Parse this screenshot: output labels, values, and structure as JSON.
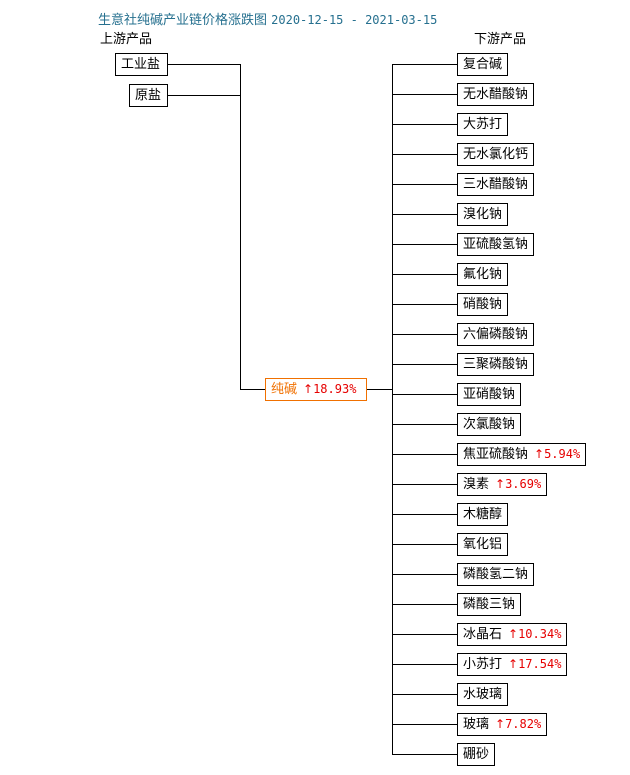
{
  "chart_data": {
    "type": "diagram",
    "title": "生意社纯碱产业链价格涨跌图",
    "date_range": "2020-12-15 - 2021-03-15",
    "columns": {
      "upstream_header": "上游产品",
      "downstream_header": "下游产品"
    },
    "colors": {
      "title": "#26708f",
      "center_node": "#f07000",
      "change_up": "#e60000",
      "node_border": "#000000",
      "node_text": "#000000",
      "background": "#ffffff"
    },
    "upstream": [
      {
        "label": "工业盐",
        "change": "",
        "arrow": ""
      },
      {
        "label": "原盐",
        "change": "",
        "arrow": ""
      }
    ],
    "center": {
      "label": "纯碱",
      "arrow": "↑",
      "change": "18.93%"
    },
    "downstream": [
      {
        "label": "复合碱",
        "arrow": "",
        "change": ""
      },
      {
        "label": "无水醋酸钠",
        "arrow": "",
        "change": ""
      },
      {
        "label": "大苏打",
        "arrow": "",
        "change": ""
      },
      {
        "label": "无水氯化钙",
        "arrow": "",
        "change": ""
      },
      {
        "label": "三水醋酸钠",
        "arrow": "",
        "change": ""
      },
      {
        "label": "溴化钠",
        "arrow": "",
        "change": ""
      },
      {
        "label": "亚硫酸氢钠",
        "arrow": "",
        "change": ""
      },
      {
        "label": "氟化钠",
        "arrow": "",
        "change": ""
      },
      {
        "label": "硝酸钠",
        "arrow": "",
        "change": ""
      },
      {
        "label": "六偏磷酸钠",
        "arrow": "",
        "change": ""
      },
      {
        "label": "三聚磷酸钠",
        "arrow": "",
        "change": ""
      },
      {
        "label": "亚硝酸钠",
        "arrow": "",
        "change": ""
      },
      {
        "label": "次氯酸钠",
        "arrow": "",
        "change": ""
      },
      {
        "label": "焦亚硫酸钠",
        "arrow": "↑",
        "change": "5.94%"
      },
      {
        "label": "溴素",
        "arrow": "↑",
        "change": "3.69%"
      },
      {
        "label": "木糖醇",
        "arrow": "",
        "change": ""
      },
      {
        "label": "氧化铝",
        "arrow": "",
        "change": ""
      },
      {
        "label": "磷酸氢二钠",
        "arrow": "",
        "change": ""
      },
      {
        "label": "磷酸三钠",
        "arrow": "",
        "change": ""
      },
      {
        "label": "冰晶石",
        "arrow": "↑",
        "change": "10.34%"
      },
      {
        "label": "小苏打",
        "arrow": "↑",
        "change": "17.54%"
      },
      {
        "label": "水玻璃",
        "arrow": "",
        "change": ""
      },
      {
        "label": "玻璃",
        "arrow": "↑",
        "change": "7.82%"
      },
      {
        "label": "硼砂",
        "arrow": "",
        "change": ""
      }
    ]
  }
}
